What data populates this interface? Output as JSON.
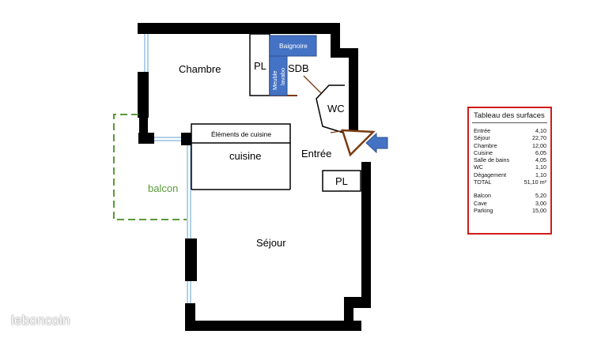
{
  "rooms": {
    "chambre": "Chambre",
    "pl_top": "PL",
    "baignoire": "Baignoire",
    "meuble_lavabo": [
      "Meuble",
      "lavabo"
    ],
    "sdb": "SDB",
    "wc": "WC",
    "elements_cuisine": "Éléments de cuisine",
    "cuisine": "cuisine",
    "entree": "Entrée",
    "balcon": "balcon",
    "pl_bottom": "PL",
    "sejour": "Séjour"
  },
  "surfaces": {
    "title": "Tableau des surfaces",
    "rows": [
      {
        "label": "Entrée",
        "value": "4,10"
      },
      {
        "label": "Séjour",
        "value": "22,70"
      },
      {
        "label": "Chambre",
        "value": "12,00"
      },
      {
        "label": "Cuisine",
        "value": "6,05"
      },
      {
        "label": "Salle de bains",
        "value": "4,05"
      },
      {
        "label": "WC",
        "value": "1,10"
      },
      {
        "label": "Dégagement",
        "value": "1,10"
      },
      {
        "label": "TOTAL",
        "value": "51,10  m²"
      }
    ],
    "extra_rows": [
      {
        "label": "Balcon",
        "value": "5,20"
      },
      {
        "label": "Cave",
        "value": "3,00"
      },
      {
        "label": "Parking",
        "value": "15,00"
      }
    ]
  },
  "watermark": "leboncoin",
  "colors": {
    "wall": "#000000",
    "bath_fill": "#4472c4",
    "balcon_green": "#5a9a3a",
    "table_border": "#d11a1a",
    "entry_arrow": "#4472c4",
    "door": "#7a3b10",
    "window": "#9dc3e6"
  }
}
